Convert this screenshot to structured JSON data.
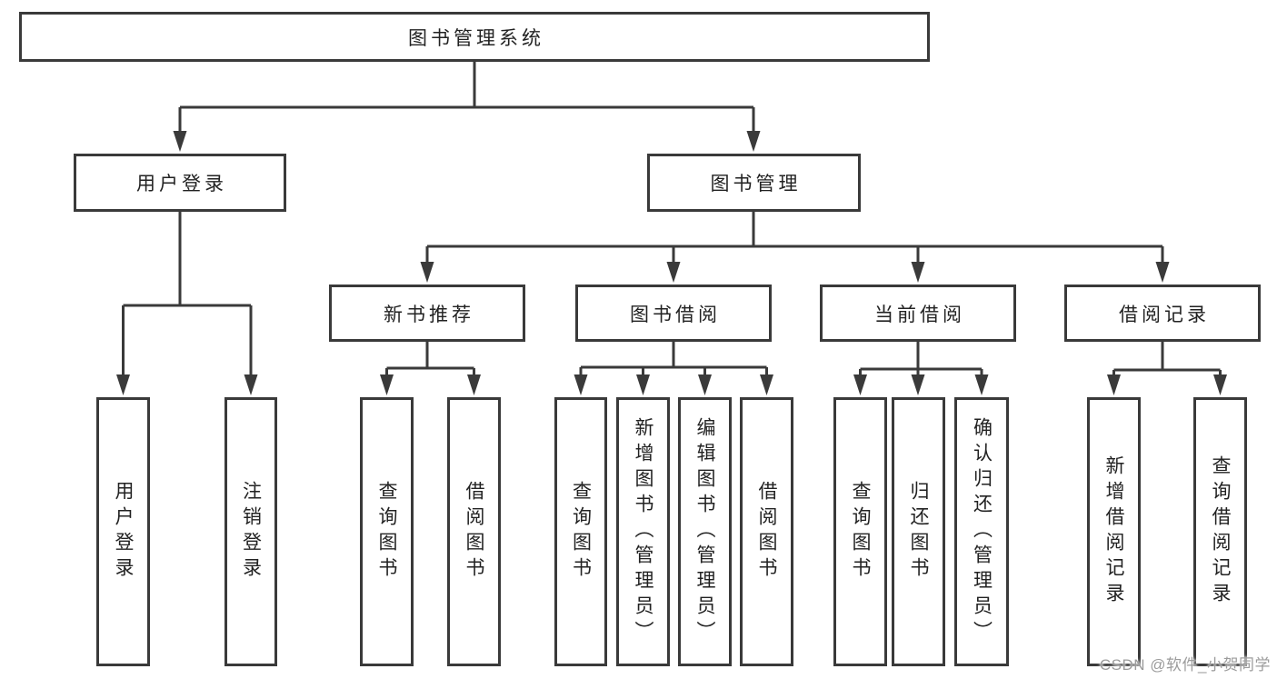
{
  "colors": {
    "background": "#ffffff",
    "line": "#3a3a3a",
    "box_border": "#3a3a3a",
    "text": "#222222",
    "watermark": "#9c9c9c"
  },
  "watermark": {
    "text": "CSDN @软件_小贺同学"
  },
  "tree": {
    "root": {
      "label": "图书管理系统"
    },
    "branches": [
      {
        "label": "用户登录",
        "children": [
          {
            "label": "用户登录"
          },
          {
            "label": "注销登录"
          }
        ]
      },
      {
        "label": "图书管理",
        "children": [
          {
            "label": "新书推荐",
            "children": [
              {
                "label": "查询图书"
              },
              {
                "label": "借阅图书"
              }
            ]
          },
          {
            "label": "图书借阅",
            "children": [
              {
                "label": "查询图书"
              },
              {
                "label": "新增图书（管理员）"
              },
              {
                "label": "编辑图书（管理员）"
              },
              {
                "label": "借阅图书"
              }
            ]
          },
          {
            "label": "当前借阅",
            "children": [
              {
                "label": "查询图书"
              },
              {
                "label": "归还图书"
              },
              {
                "label": "确认归还（管理员）"
              }
            ]
          },
          {
            "label": "借阅记录",
            "children": [
              {
                "label": "新增借阅记录"
              },
              {
                "label": "查询借阅记录"
              }
            ]
          }
        ]
      }
    ]
  }
}
